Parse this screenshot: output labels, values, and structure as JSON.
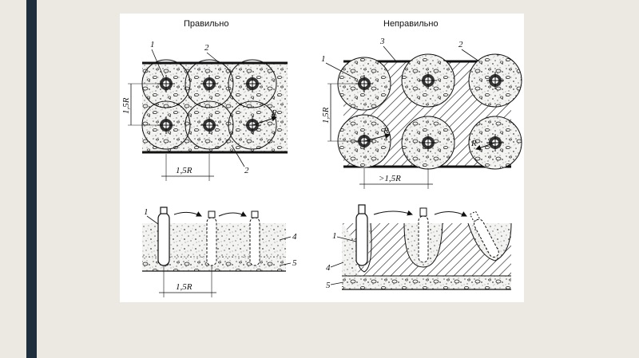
{
  "slide": {
    "accent_color": "#1F2E3D",
    "background_color": "#ECE9E2"
  },
  "figure": {
    "left_panel": {
      "title": "Правильно",
      "label_1": "1",
      "label_2_top": "2",
      "label_2_bottom": "2",
      "radius_label": "R",
      "vertical_dim": "1,5R",
      "horizontal_dim": "1,5R"
    },
    "right_panel": {
      "title": "Неправильно",
      "label_1": "1",
      "label_2": "2",
      "label_3": "3",
      "radius_label_1": "R",
      "radius_label_2": "R",
      "vertical_dim": "1,5R",
      "horizontal_dim": ">1,5R"
    },
    "left_section": {
      "label_1": "1",
      "label_4": "4",
      "label_5": "5",
      "horizontal_dim": "1,5R"
    },
    "right_section": {
      "label_1": "1",
      "label_4": "4",
      "label_5": "5"
    }
  }
}
